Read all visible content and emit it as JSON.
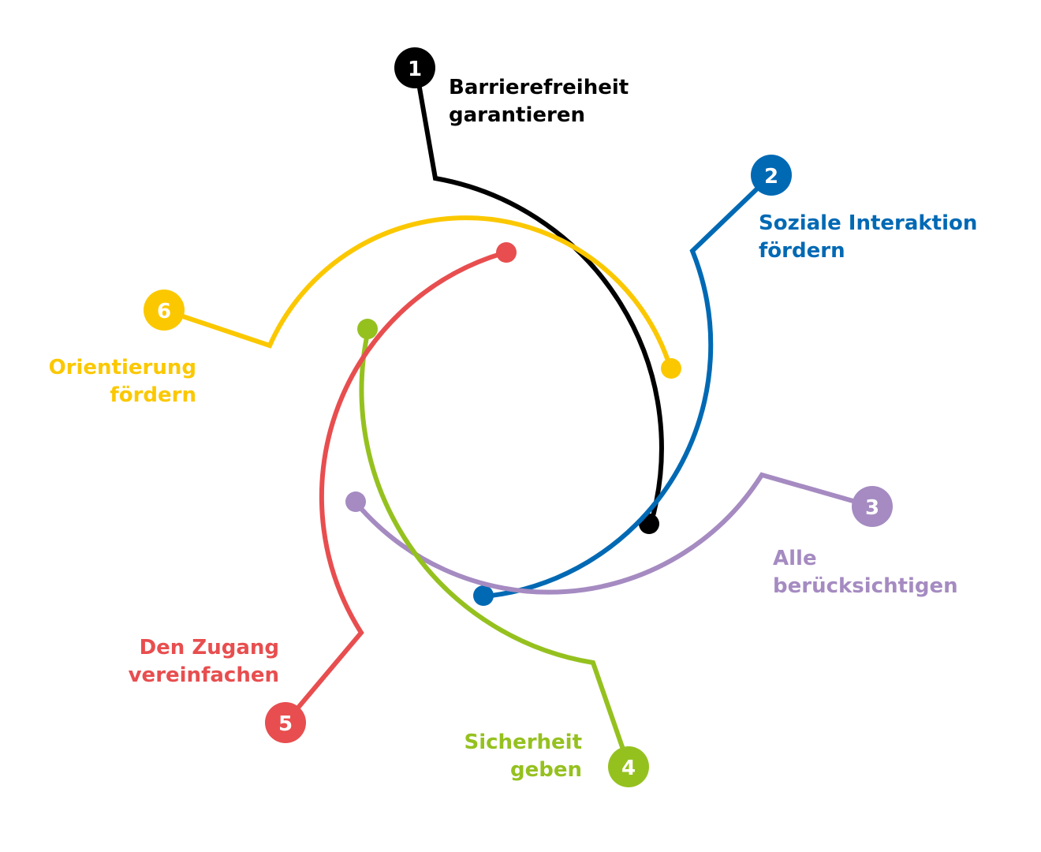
{
  "steps": [
    {
      "number": "1",
      "line1": "Barrierefreiheit",
      "line2": "garantieren",
      "color": "#000000"
    },
    {
      "number": "2",
      "line1": "Soziale Interaktion",
      "line2": "fördern",
      "color": "#0069b4"
    },
    {
      "number": "3",
      "line1": "Alle",
      "line2": "berücksichtigen",
      "color": "#a58bc1"
    },
    {
      "number": "4",
      "line1": "Sicherheit",
      "line2": "geben",
      "color": "#95c11f"
    },
    {
      "number": "5",
      "line1": "Den Zugang",
      "line2": "vereinfachen",
      "color": "#e84e4f"
    },
    {
      "number": "6",
      "line1": "Orientierung",
      "line2": "fördern",
      "color": "#fbc800"
    }
  ]
}
